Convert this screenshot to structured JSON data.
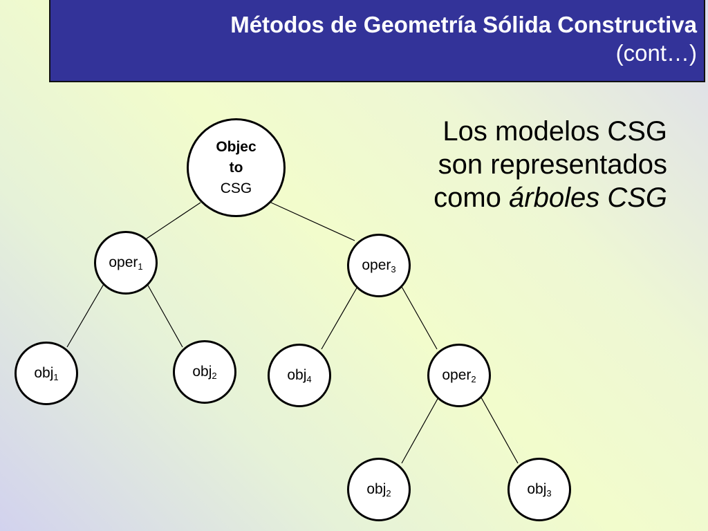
{
  "header": {
    "title": "Métodos de Geometría Sólida Constructiva",
    "subtitle": "(cont…)"
  },
  "caption": {
    "line1": "Los modelos CSG",
    "line2": "son representados",
    "line3_prefix": "como ",
    "line3_emphasis": "árboles CSG"
  },
  "tree": {
    "root": {
      "bold_line1": "Objec",
      "bold_line2": "to",
      "line3": "CSG"
    },
    "oper1": {
      "base": "oper",
      "sub": "1"
    },
    "oper3": {
      "base": "oper",
      "sub": "3"
    },
    "obj1": {
      "base": "obj",
      "sub": "1"
    },
    "obj2a": {
      "base": "obj",
      "sub": "2"
    },
    "obj4": {
      "base": "obj",
      "sub": "4"
    },
    "oper2": {
      "base": "oper",
      "sub": "2"
    },
    "obj2b": {
      "base": "obj",
      "sub": "2"
    },
    "obj3": {
      "base": "obj",
      "sub": "3"
    }
  },
  "colors": {
    "header_bg": "#333399",
    "header_text": "#ffffff"
  }
}
